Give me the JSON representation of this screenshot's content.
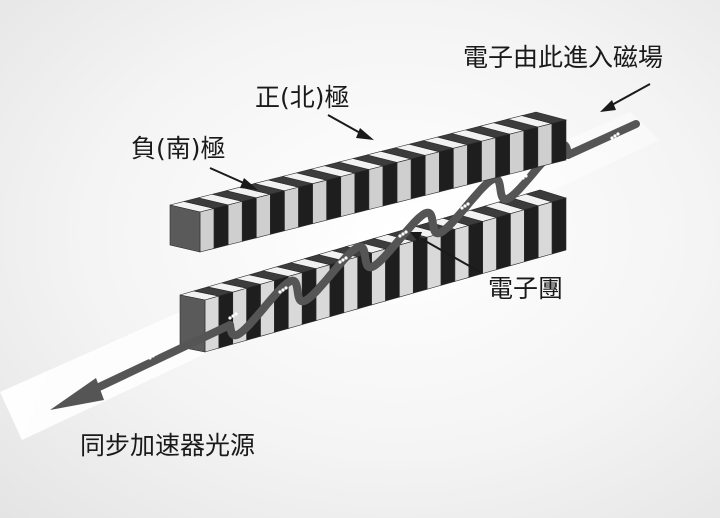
{
  "labels": {
    "electron_entry": "電子由此進入磁場",
    "north_pole": "正(北)極",
    "south_pole": "負(南)極",
    "electron_bunch": "電子團",
    "light_source": "同步加速器光源"
  },
  "colors": {
    "light_segment": "#f2f2f2",
    "dark_segment": "#3c3c3c",
    "side_dark": "#5a5a5a",
    "beam": "#555555",
    "arrow": "#1a1a1a"
  },
  "structure": {
    "upper_magnet_segments": 13,
    "lower_magnet_segments": 13
  }
}
